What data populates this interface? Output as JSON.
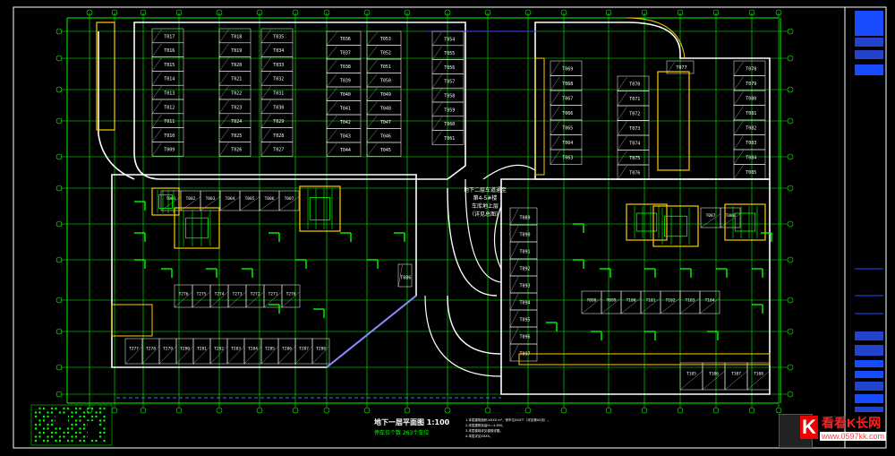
{
  "drawing": {
    "title": "地下一层平面图 1:100",
    "subtitle": "停车位个数 263个车位",
    "ramp_note": [
      "地下二层车道通至",
      "第4-5#楼",
      "车库地上层",
      "（详见总图）"
    ],
    "notes": [
      "1.本层建筑面积:XXXX m²，停车位XXX个（详见第XX页）。",
      "2.本层建筑标高H=-4.800。",
      "3.本层楼梯详见楼梯详图。",
      "4.本层详见XXXX。"
    ]
  },
  "parking_spaces": {
    "top_left": [
      "T017",
      "T016",
      "T015",
      "T014",
      "T013",
      "T012",
      "T011",
      "T010",
      "T009"
    ],
    "col_a": [
      "T018",
      "T019",
      "T020",
      "T021",
      "T022",
      "T023",
      "T024",
      "T025",
      "T026"
    ],
    "col_b": [
      "T035",
      "T034",
      "T033",
      "T032",
      "T031",
      "T030",
      "T029",
      "T028",
      "T027"
    ],
    "col_c": [
      "T036",
      "T037",
      "T038",
      "T039",
      "T040",
      "T041",
      "T042",
      "T043",
      "T044"
    ],
    "col_d": [
      "T053",
      "T052",
      "T051",
      "T050",
      "T049",
      "T048",
      "T047",
      "T046",
      "T045"
    ],
    "col_e": [
      "T054",
      "T055",
      "T056",
      "T057",
      "T058",
      "T059",
      "T060",
      "T061"
    ],
    "right_a": [
      "T069",
      "T068",
      "T067",
      "T066",
      "T065",
      "T064",
      "T063"
    ],
    "right_b": [
      "T070",
      "T071",
      "T072",
      "T073",
      "T074",
      "T075",
      "T076"
    ],
    "right_c": [
      "T077"
    ],
    "right_d": [
      "T078",
      "T079",
      "T080",
      "T081",
      "T082",
      "T083",
      "T084",
      "T085"
    ],
    "mid_left": [
      "T001",
      "T002",
      "T003",
      "T004",
      "T005",
      "T006",
      "T007"
    ],
    "mid_low": [
      "T276",
      "T275",
      "T274",
      "T273",
      "T272",
      "T271",
      "T270"
    ],
    "bottom_row": [
      "T277",
      "T278",
      "T279",
      "T280",
      "T281",
      "T282",
      "T283",
      "T284",
      "T285",
      "T286",
      "T287",
      "T288"
    ],
    "ramp_right": [
      "T089",
      "T090",
      "T091",
      "T092",
      "T093",
      "T094",
      "T095",
      "T096",
      "T097"
    ],
    "right_mid": [
      "T086",
      "T087",
      "T088"
    ],
    "right_low": [
      "T098",
      "T099",
      "T100",
      "T101",
      "T102",
      "T103",
      "T104"
    ],
    "right_bottom": [
      "T105",
      "T106",
      "T107",
      "T108"
    ],
    "single": "T086"
  },
  "watermark": {
    "logo_letter": "K",
    "brand": "看看K长网",
    "url": "www.0597kk.com"
  },
  "title_block": {
    "rows": [
      "",
      "",
      "",
      "",
      "",
      "",
      "",
      "",
      "",
      "",
      "",
      "",
      "",
      "",
      "",
      ""
    ]
  },
  "colors": {
    "background": "#000000",
    "grid_line": "#00ff00",
    "wall": "#ffffff",
    "stair": "#ffcc00",
    "frame": "#ffffff",
    "title_block": "#0000ff",
    "brand_red": "#ff0000"
  }
}
